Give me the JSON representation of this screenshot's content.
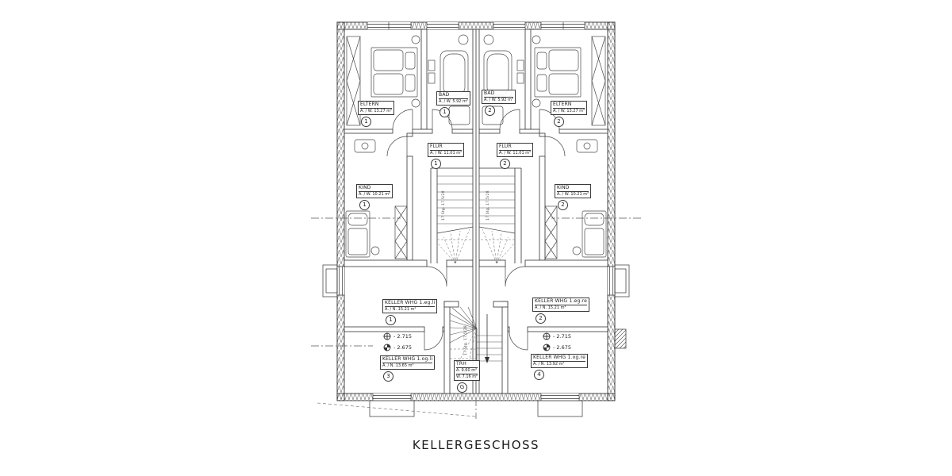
{
  "title": "KELLERGESCHOSS",
  "colors": {
    "line": "#3a3a3a",
    "background": "#ffffff"
  },
  "rooms": [
    {
      "name": "ELTERN",
      "area": "A. / W.  13.27 m²",
      "num": "1"
    },
    {
      "name": "BAD",
      "area": "A. / W.  5.92 m²",
      "num": "1"
    },
    {
      "name": "BAD",
      "area": "A. / W.  5.92 m²",
      "num": "2"
    },
    {
      "name": "ELTERN",
      "area": "A. / W.  13.27 m²",
      "num": "2"
    },
    {
      "name": "FLUR",
      "area": "A. / W.  11.01 m²",
      "num": "1"
    },
    {
      "name": "FLUR",
      "area": "A. / W.  11.01 m²",
      "num": "2"
    },
    {
      "name": "KIND",
      "area": "A. / W.  10.21 m²",
      "num": "1"
    },
    {
      "name": "KIND",
      "area": "A. / W.  10.21 m²",
      "num": "2"
    },
    {
      "name": "KELLER WHG 1.eg.li",
      "area": "A. / N.  15.21 m²",
      "num": "1"
    },
    {
      "name": "KELLER WHG 1.eg.re",
      "area": "A. / N.  15.21 m²",
      "num": "2"
    },
    {
      "name": "KELLER WHG 1.og.li",
      "area": "A. / N.  13.65 m²",
      "num": "3"
    },
    {
      "name": "KELLER WHG 1.og.re",
      "area": "A. / N.  13.92 m²",
      "num": "4"
    }
  ],
  "stairwell": {
    "name": "TRH",
    "line_a": "A.  9.60 m²",
    "line_w": "W.  7.16 m²",
    "num": "G"
  },
  "levels": {
    "upper": "- 2.715",
    "lower": "- 2.675"
  },
  "stair_note": "17 Stg. 17,5/28"
}
